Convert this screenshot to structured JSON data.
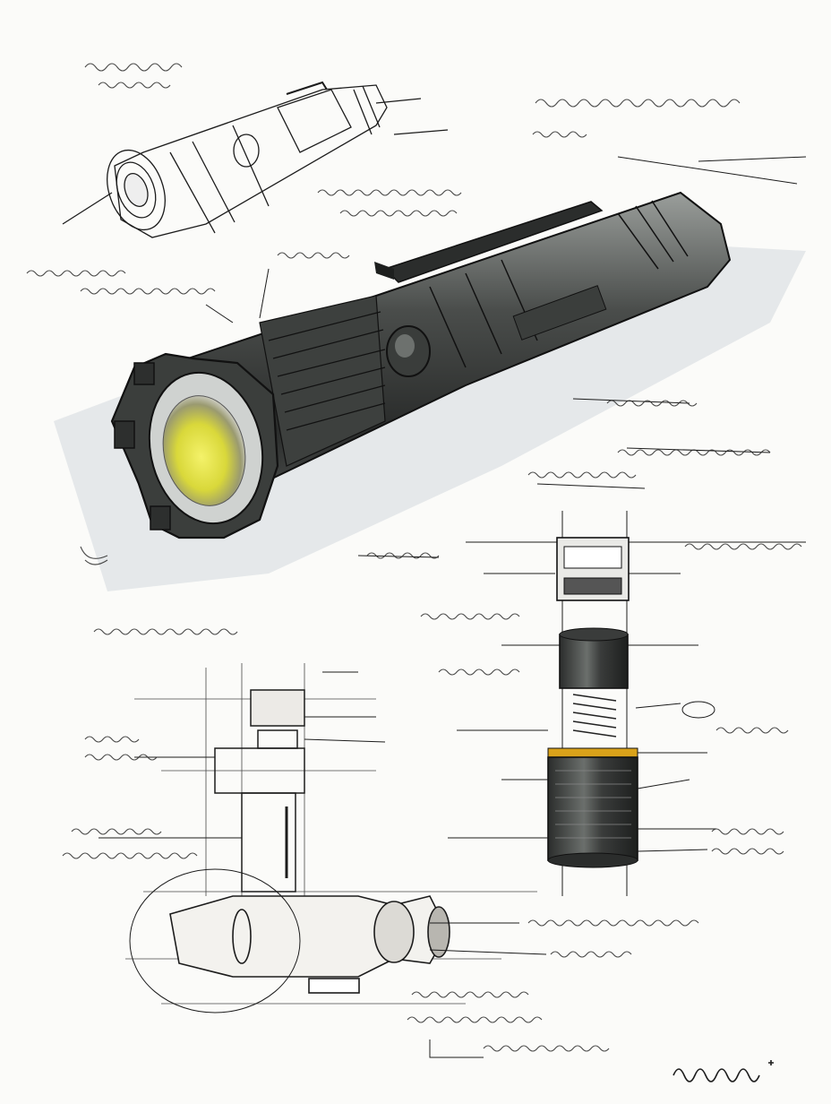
{
  "sheet": {
    "description_label": "",
    "signature_text": "",
    "signature_mark": ""
  },
  "colors": {
    "ink": "#1c1c1c",
    "body_dark": "#2f3130",
    "body_mid": "#4a4d4b",
    "body_light": "#8d918e",
    "lens_yellow": "#e6e63a",
    "amber_ring": "#d9a21a",
    "shadow_blue": "#c9cdd6",
    "paper": "#fbfbf9"
  },
  "views": [
    {
      "name": "small-perspective-view",
      "kind": "line-sketch"
    },
    {
      "name": "main-rendered-view",
      "kind": "marker-render"
    },
    {
      "name": "exploded-side-view",
      "kind": "section"
    },
    {
      "name": "orthographic-construction-view",
      "kind": "construction"
    }
  ]
}
